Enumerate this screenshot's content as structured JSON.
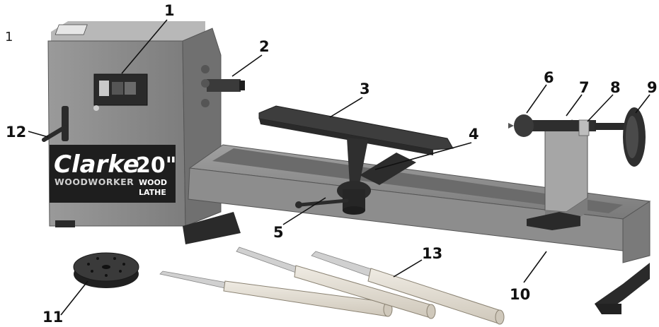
{
  "page_number": "1",
  "product": {
    "brand": "Clarke",
    "brand_line": "WOODWORKER",
    "size": "20\"",
    "desc_line1": "WOOD",
    "desc_line2": "LATHE"
  },
  "callouts": [
    "1",
    "2",
    "3",
    "4",
    "5",
    "6",
    "7",
    "8",
    "9",
    "10",
    "11",
    "12",
    "13"
  ],
  "colors": {
    "body": "#8a8a8a",
    "body_dark": "#6e6e6e",
    "body_light": "#a3a3a3",
    "wood": "#e2ddd3",
    "label_bg": "#222222"
  }
}
